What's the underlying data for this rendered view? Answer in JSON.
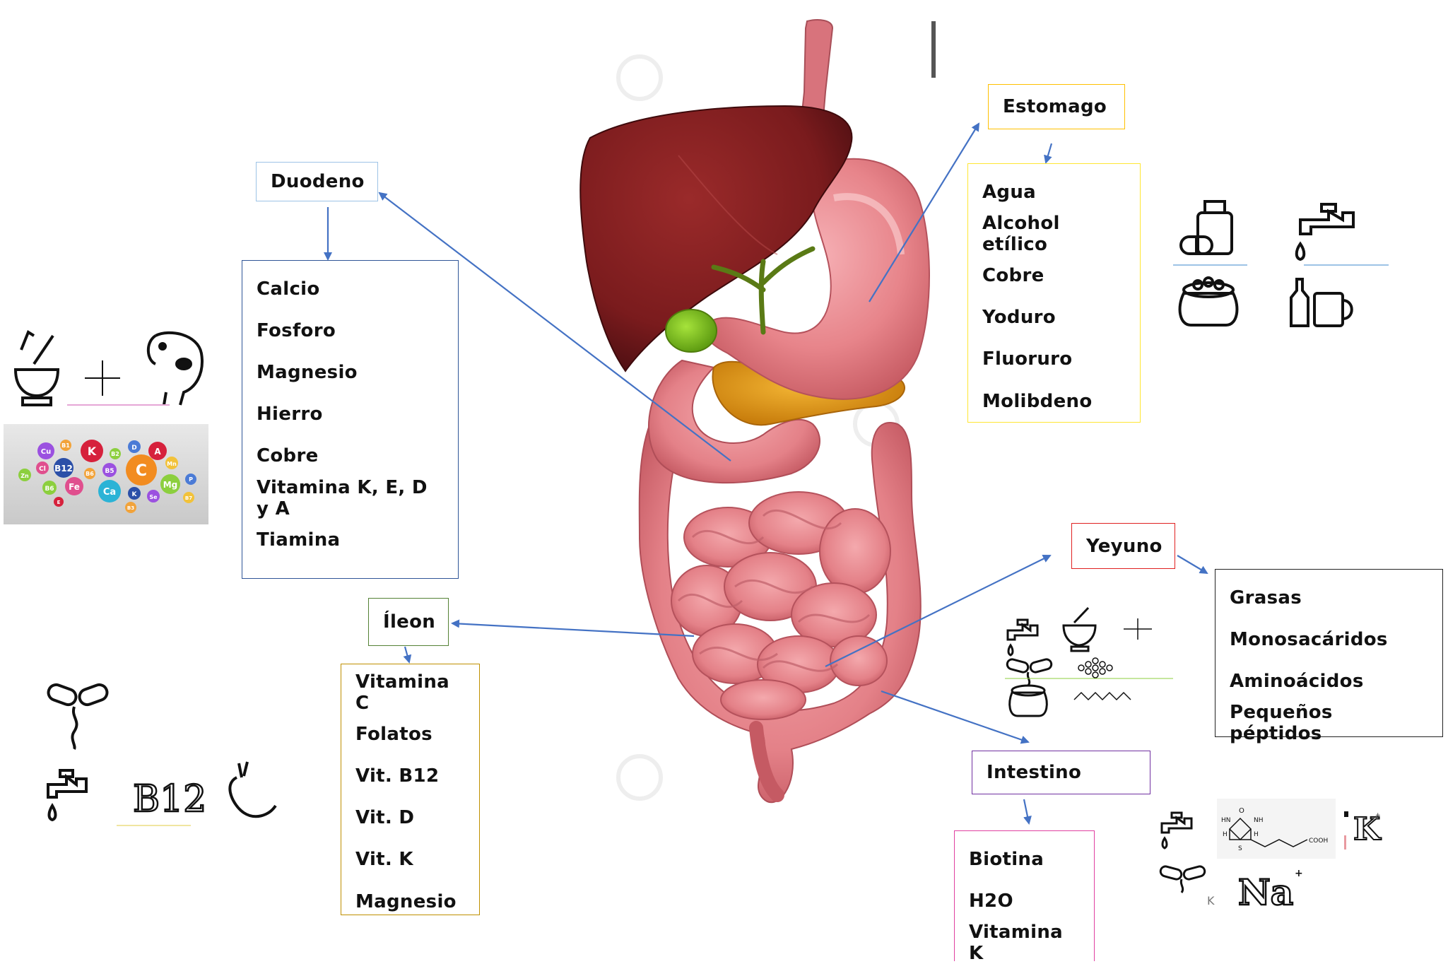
{
  "colors": {
    "arrow": "#4472C4",
    "duodeno": "#9DC3E6",
    "duodeno_list": "#2F5597",
    "estomago": "#FFC000",
    "estomago_list": "#FFE633",
    "yeyuno": "#E02020",
    "yeyuno_list": "#222222",
    "ileon": "#548235",
    "ileon_list": "#BF9000",
    "intestino": "#7030A0",
    "intestino_list": "#E040A0"
  },
  "sections": {
    "duodeno": {
      "title": "Duodeno",
      "items": [
        "Calcio",
        "Fosforo",
        "Magnesio",
        "Hierro",
        "Cobre",
        "Vitamina K, E, D y A",
        "Tiamina"
      ]
    },
    "estomago": {
      "title": "Estomago",
      "items": [
        "Agua",
        "Alcohol etílico",
        "Cobre",
        "Yoduro",
        "Fluoruro",
        "Molibdeno"
      ]
    },
    "yeyuno": {
      "title": "Yeyuno",
      "items": [
        "Grasas",
        "Monosacáridos",
        "Aminoácidos",
        "Pequeños péptidos"
      ]
    },
    "ileon": {
      "title": "Íleon",
      "items": [
        "Vitamina C",
        "Folatos",
        "Vit. B12",
        "Vit. D",
        "Vit. K",
        "Magnesio"
      ]
    },
    "intestino": {
      "title": "Intestino",
      "items": [
        "Biotina",
        "H2O",
        "Vitamina K"
      ]
    }
  },
  "icon_labels": {
    "b12": "B12",
    "potassium": "K",
    "potassium_small": "K",
    "sodium": "Na",
    "sodium_charge": "+",
    "potassium_charge": "+",
    "biotin_cooh": "COOH",
    "biotin_hn": "HN",
    "biotin_nh": "NH",
    "biotin_h1": "H",
    "biotin_h2": "H",
    "biotin_s": "S",
    "biotin_o": "O",
    "vitamin_bubbles": [
      "Cu",
      "B1",
      "K",
      "B2",
      "D",
      "A",
      "Cl",
      "B12",
      "B5",
      "C",
      "Mn",
      "Zn",
      "Fe",
      "B6",
      "Mg",
      "P",
      "Ca",
      "K",
      "Se",
      "E",
      "B6",
      "B3",
      "B7"
    ]
  }
}
